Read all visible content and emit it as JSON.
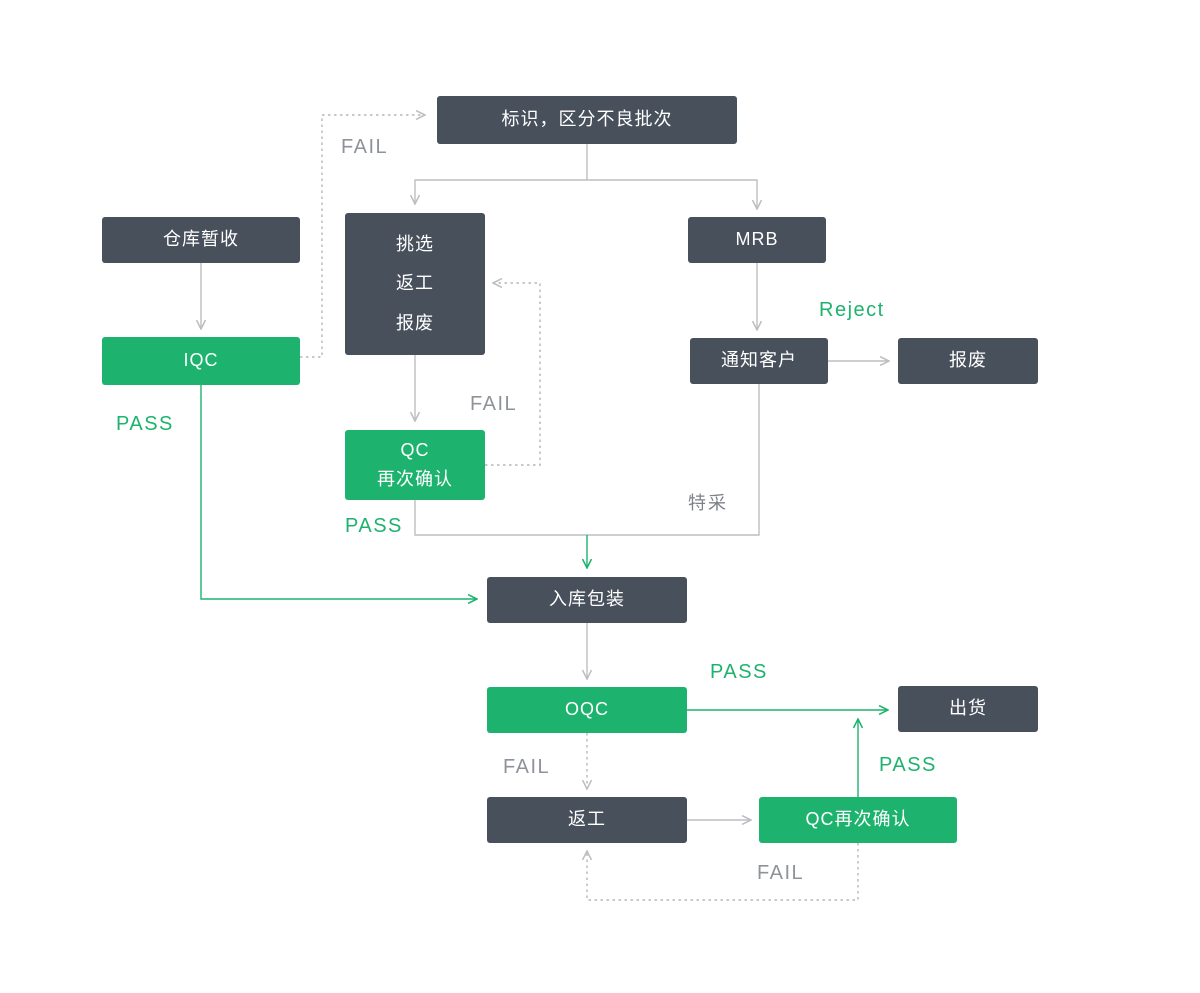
{
  "diagram": {
    "type": "flowchart",
    "language": "zh-CN",
    "colors": {
      "node_dark": "#48505c",
      "node_green": "#1db36e",
      "line_gray": "#bcbec2",
      "label_gray": "#8f9399",
      "label_green": "#1db36e",
      "background": "#ffffff"
    },
    "nodes": {
      "mark_batches": {
        "label": "标识，区分不良批次"
      },
      "warehouse_hold": {
        "label": "仓库暂收"
      },
      "sort_rework_scrap": {
        "line1": "挑选",
        "line2": "返工",
        "line3": "报废"
      },
      "mrb": {
        "label": "MRB"
      },
      "iqc": {
        "label": "IQC"
      },
      "notify_customer": {
        "label": "通知客户"
      },
      "scrap": {
        "label": "报废"
      },
      "qc_recheck": {
        "line1": "QC",
        "line2": "再次确认"
      },
      "warehouse_packing": {
        "label": "入库包装"
      },
      "oqc": {
        "label": "OQC"
      },
      "ship": {
        "label": "出货"
      },
      "rework": {
        "label": "返工"
      },
      "qc_recheck_2": {
        "label": "QC再次确认"
      }
    },
    "edge_labels": {
      "iqc_fail": "FAIL",
      "iqc_pass": "PASS",
      "qc_fail": "FAIL",
      "qc_pass": "PASS",
      "reject": "Reject",
      "special_acceptance": "特采",
      "oqc_pass": "PASS",
      "oqc_fail": "FAIL",
      "qc2_pass": "PASS",
      "qc2_fail": "FAIL"
    }
  }
}
